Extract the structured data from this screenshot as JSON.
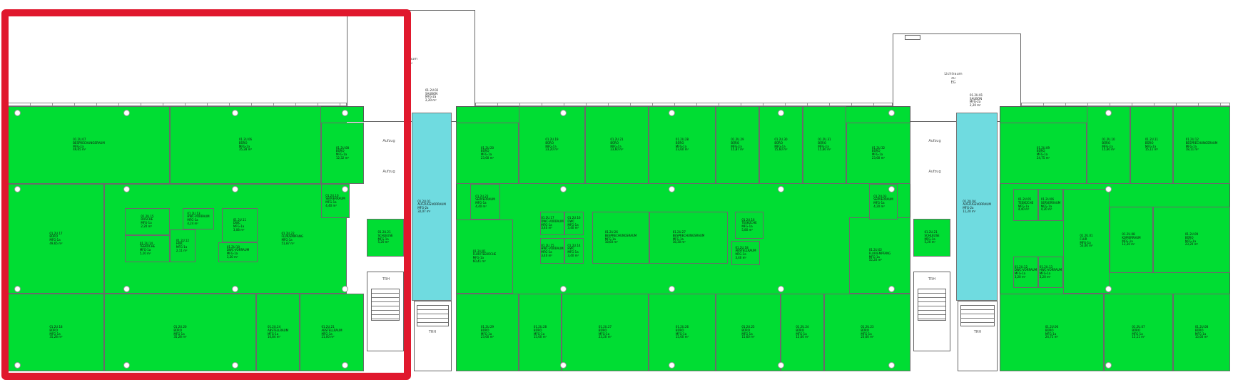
{
  "colors": {
    "room": "#00dd33",
    "circulation": "#6fdbe0",
    "highlight": "#e0182d"
  },
  "labels": {
    "aufzug": "Aufzug",
    "trh": "TRH",
    "lichtraum_left": "raum\nzu\nG",
    "lichtraum_right": "Lichtraum\nzu\nEG"
  },
  "rooms": [
    {
      "label": "01.2U.07\nBESPRECHUNGSRAUM\nMFG-1a\n49,65 m²"
    },
    {
      "label": "01.2U.06\nBÜRO\nMFG-1a\n35,28 m²"
    },
    {
      "label": "01.2U.08\nBÜRO\nMFG-1a\n12,32 m²"
    },
    {
      "label": "01.2U.17\nBÜRO\nMFG-1a\n49,65 m²"
    },
    {
      "label": "01.2U.22\nFLUR/EMPFANG\nMFG-1a\n51,87 m²"
    },
    {
      "label": "01.2U.15\nDUSCHE\nMFG-1a\n2,20 m²"
    },
    {
      "label": "01.2U.14\nTEEKÜCHE\nMFG-1a\n5,20 m²"
    },
    {
      "label": "01.2U.13\nHWC-VORRAUM\nMFG-1a\n4,24 m²"
    },
    {
      "label": "01.2U.12\nHWC\nMFG-1a\n2,11 m²"
    },
    {
      "label": "01.2U.11\nDWC\nMFG-1a\n3,08 m²"
    },
    {
      "label": "01.2U.10\nDWC-VORRAUM\nMFG-1a\n3,20 m²"
    },
    {
      "label": "01.2U.10\nSERVERRAUM\nMFG-1a\n4,40 m²"
    },
    {
      "label": "01.2U.21\nSCHLEUSE\nMFG-1a\n5,20 m²"
    },
    {
      "label": "01.2U.18\nBÜRO\nMFG-1a\n35,28 m²"
    },
    {
      "label": "01.2U.20\nBÜRO\nMFG-1a\n35,28 m²"
    },
    {
      "label": "01.2U.24\nABSTELLRAUM\nMFG-1a\n10,84 m²"
    },
    {
      "label": "01.2U.21\nABSTELLRAUM\nMFG-1a\n21,00 m²"
    },
    {
      "label": "01.2U.02\nSAUBON\nMFG-2a\n2,20 m²"
    },
    {
      "label": "01.2U.01\nAUFZUGSVORRAUM\nMFG-2a\n32,07 m²"
    },
    {
      "label": "01.2U.20\nBÜRO\nMFG-1a\n23,60 m²"
    },
    {
      "label": "01.2U.19\nBÜRO\nMFG-1a\n23,20 m²"
    },
    {
      "label": "01.2U.21\nBÜRO\nMFG-1a\n23,60 m²"
    },
    {
      "label": "01.2U.28\nBÜRO\nMFG-1a\n23,60 m²"
    },
    {
      "label": "01.2U.29\nBÜRO\nMFG-1a\n15,87 m²"
    },
    {
      "label": "01.2U.30\nBÜRO\nMFG-1a\n15,60 m²"
    },
    {
      "label": "01.2U.31\nBÜRO\nMFG-1a\n15,60 m²"
    },
    {
      "label": "01.2U.32\nBÜRO\nMFG-1a\n23,60 m²"
    },
    {
      "label": "01.2U.22\nSERVERRAUM\nMFG-1a\n4,40 m²"
    },
    {
      "label": "01.2U.01\nFLUR/TEEKÜCHE\nMFG-1a\n60,41 m²"
    },
    {
      "label": "01.2U.17\nDWC-VORRAUM\nMFG-1a\n3,40 m²"
    },
    {
      "label": "01.2U.16\nDWC\nMFG-1a\n3,40 m²"
    },
    {
      "label": "01.2U.15\nHWC-VORRAUM\nMFG-1a\n3,40 m²"
    },
    {
      "label": "01.2U.14\nHWC\nMFG-1a\n3,40 m²"
    },
    {
      "label": "01.2U.26\nBESPRECHUNGSRAUM\nMFG-1a\n18,60 m²"
    },
    {
      "label": "01.2U.27\nBESPRECHUNGSRAUM\nMFG-1a\n18,30 m²"
    },
    {
      "label": "01.2U.16\nTEEKÜCHE\nMFG-1a\n5,80 m²"
    },
    {
      "label": "01.2U.18\nABSTELLRAUM\nMFG-1a\n3,40 m²"
    },
    {
      "label": "01.2U.02\nFLUR/EMPFANG\nMFG-1a\n55,20 m²"
    },
    {
      "label": "01.2U.03\nSERVERRAUM\nMFG-1a\n4,20 m²"
    },
    {
      "label": "01.2U.21\nSCHLEUSE\nMFG-1a\n5,20 m²"
    },
    {
      "label": "01.2U.29\nBÜRO\nMFG-1a\n23,60 m²"
    },
    {
      "label": "01.2U.28\nBÜRO\nMFG-1a\n15,60 m²"
    },
    {
      "label": "01.2U.27\nBÜRO\nMFG-1a\n23,20 m²"
    },
    {
      "label": "01.2U.26\nBÜRO\nMFG-1a\n15,60 m²"
    },
    {
      "label": "01.2U.25\nBÜRO\nMFG-1a\n15,60 m²"
    },
    {
      "label": "01.2U.24\nBÜRO\nMFG-1a\n15,60 m²"
    },
    {
      "label": "01.2U.23\nBÜRO\nMFG-1a\n23,60 m²"
    },
    {
      "label": "01.2U.01\nSAUBON\nMFG-2a\n2,20 m²"
    },
    {
      "label": "01.2U.04\nAUFZUGSVORRAUM\nMFG-2a\n11,20 m²"
    },
    {
      "label": "01.2U.09\nBÜRO\nMFG-1a\n24,75 m²"
    },
    {
      "label": "01.2U.10\nBÜRO\nMFG-1a\n15,60 m²"
    },
    {
      "label": "01.2U.11\nBÜRO\nMFG-1a\n15,11 m²"
    },
    {
      "label": "01.2U.12\nBESPRECHUNGSRAUM\nMFG-1a\n18,11 m²"
    },
    {
      "label": "01.2U.05\nTEEKÜCHE\nMFG-1a\n4,40 m²"
    },
    {
      "label": "01.2U.06\nSERVERRAUM\nMFG-1a\n4,20 m²"
    },
    {
      "label": "01.2U.01\nFLUR\nMFG-1a\n53,00 m²"
    },
    {
      "label": "01.2U.08\nKOPIERRAUM\nMFG-1a\n12,30 m²"
    },
    {
      "label": "01.2U.09\nBÜRO\nMFG-1a\n23,20 m²"
    },
    {
      "label": "01.2U.12\nDWC-VORRAUM\nMFG-1a\n3,20 m²"
    },
    {
      "label": "01.2U.13\nHWC-VORRAUM\nMFG-1a\n3,20 m²"
    },
    {
      "label": "01.2U.06\nBÜRO\nMFG-1a\n24,75 m²"
    },
    {
      "label": "01.2U.07\nBÜRO\nMFG-1a\n15,11 m²"
    },
    {
      "label": "01.2U.08\nBÜRO\nMFG-1a\n15,60 m²"
    }
  ]
}
